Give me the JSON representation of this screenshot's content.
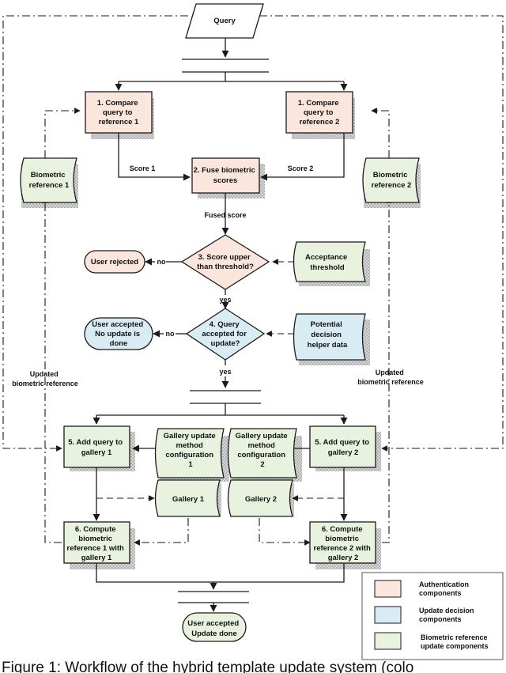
{
  "colors": {
    "authentication": "#fae6dc",
    "update_decision": "#d9ebf3",
    "reference_update": "#e9f2de",
    "shadow": "#c8c8c8",
    "stroke": "#1a1a1a"
  },
  "nodes": {
    "query": "Query",
    "compare1": [
      "1. Compare",
      "query to",
      "reference 1"
    ],
    "compare2": [
      "1. Compare",
      "query to",
      "reference 2"
    ],
    "ref1": [
      "Biometric",
      "reference 1"
    ],
    "ref2": [
      "Biometric",
      "reference 2"
    ],
    "fuse": [
      "2. Fuse biometric",
      "scores"
    ],
    "threshold_decision": [
      "3. Score upper",
      "than threshold?"
    ],
    "user_rejected": "User rejected",
    "acceptance_threshold": [
      "Acceptance",
      "threshold"
    ],
    "update_decision": [
      "4. Query",
      "accepted for",
      "update?"
    ],
    "accepted_no_update": [
      "User accepted",
      "No update is",
      "done"
    ],
    "helper_data": [
      "Potential",
      "decision",
      "helper data"
    ],
    "add1": [
      "5. Add query to",
      "gallery 1"
    ],
    "add2": [
      "5. Add query to",
      "gallery 2"
    ],
    "config1": [
      "Gallery update",
      "method",
      "configuration",
      "1"
    ],
    "config2": [
      "Gallery update",
      "method",
      "configuration",
      "2"
    ],
    "gallery1": "Gallery 1",
    "gallery2": "Gallery 2",
    "compute1": [
      "6. Compute",
      "biometric",
      "reference 1 with",
      "gallery 1"
    ],
    "compute2": [
      "6. Compute",
      "biometric",
      "reference 2 with",
      "gallery 2"
    ],
    "accepted_updated": [
      "User accepted",
      "Update done"
    ]
  },
  "edge_labels": {
    "score1": "Score 1",
    "score2": "Score 2",
    "fused_score": "Fused score",
    "no1": "no",
    "yes1": "yes",
    "no2": "no",
    "yes2": "yes",
    "updated_left": [
      "Updated",
      "biometric reference"
    ],
    "updated_right": [
      "Updated",
      "biometric reference"
    ]
  },
  "legend": {
    "authentication": [
      "Authentication",
      "components"
    ],
    "update_decision": [
      "Update decision",
      "components"
    ],
    "reference_update": [
      "Biometric reference",
      "update components"
    ]
  },
  "caption": "Figure 1: Workflow of the hybrid template update system (colo"
}
